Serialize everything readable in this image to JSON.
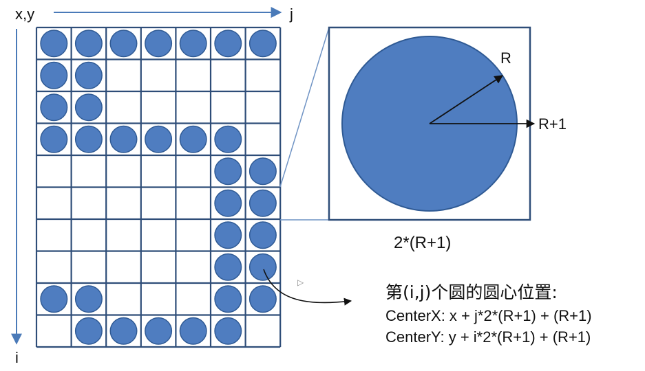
{
  "labels": {
    "axis_origin": "x,y",
    "axis_j": "j",
    "axis_i": "i",
    "radius": "R",
    "radius_plus_one": "R+1",
    "cell_size": "2*(R+1)"
  },
  "formula": {
    "title": "第(i,j)个圆的圆心位置:",
    "center_x": "CenterX: x + j*2*(R+1) + (R+1)",
    "center_y": "CenterY: y + i*2*(R+1) + (R+1)"
  },
  "grid": {
    "rows": 10,
    "cols": 7,
    "filled_rows": [
      [
        0,
        1,
        2,
        3,
        4,
        5,
        6
      ],
      [
        0,
        1
      ],
      [
        0,
        1
      ],
      [
        0,
        1,
        2,
        3,
        4,
        5
      ],
      [
        5,
        6
      ],
      [
        5,
        6
      ],
      [
        5,
        6
      ],
      [
        5,
        6
      ],
      [
        0,
        1,
        5,
        6
      ],
      [
        1,
        2,
        3,
        4,
        5
      ]
    ]
  },
  "colors": {
    "circle_fill": "#4f7dc0",
    "circle_stroke": "#2f5a94",
    "grid_line": "#2e4d78",
    "arrow": "#4a7ab8",
    "pointer": "#111111"
  }
}
